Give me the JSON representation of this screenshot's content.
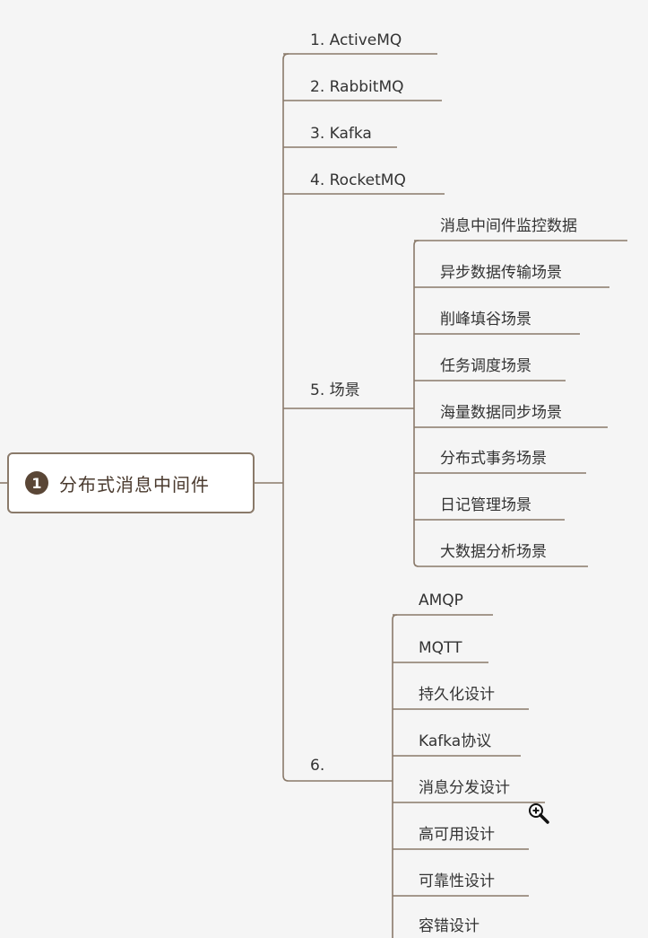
{
  "mindmap": {
    "root": {
      "badge": "1",
      "title": "分布式消息中间件"
    },
    "branches": [
      {
        "label": "1. ActiveMQ"
      },
      {
        "label": "2. RabbitMQ"
      },
      {
        "label": "3. Kafka"
      },
      {
        "label": "4. RocketMQ"
      },
      {
        "label": "5. 场景",
        "children": [
          "消息中间件监控数据",
          "异步数据传输场景",
          "削峰填谷场景",
          "任务调度场景",
          "海量数据同步场景",
          "分布式事务场景",
          "日记管理场景",
          "大数据分析场景"
        ]
      },
      {
        "label": "6.",
        "children": [
          "AMQP",
          "MQTT",
          "持久化设计",
          "Kafka协议",
          "消息分发设计",
          "高可用设计",
          "可靠性设计",
          "容错设计"
        ]
      }
    ]
  },
  "cursor": {
    "icon": "zoom-in-icon"
  },
  "colors": {
    "line": "#8a7a6a",
    "root_border": "#8a7a6a",
    "badge": "#5a4636",
    "background": "#f5f5f5"
  }
}
